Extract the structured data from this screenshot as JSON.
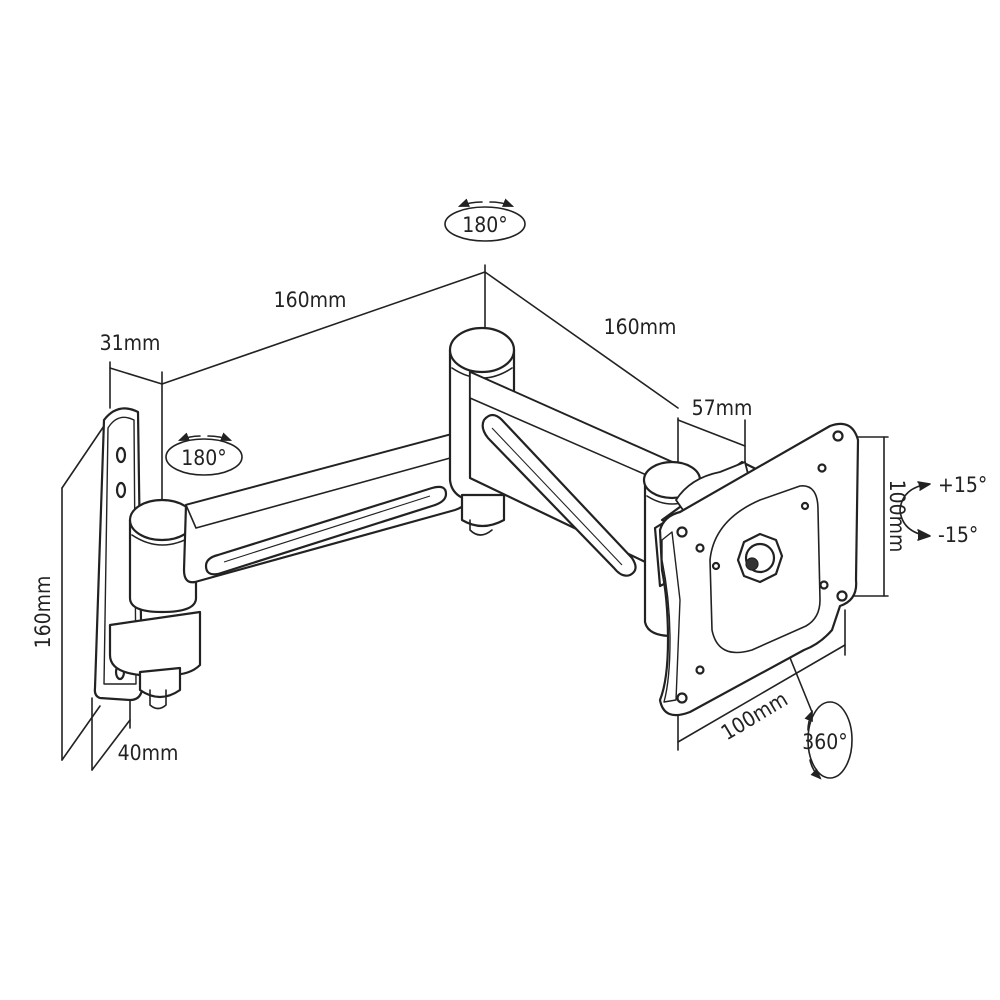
{
  "colors": {
    "line": "#222222",
    "background": "#ffffff"
  },
  "labels": {
    "rot_top": "180°",
    "rot_left": "180°",
    "rot_plate": "360°",
    "arm1_length": "160mm",
    "arm2_length": "160mm",
    "offset_left": "31mm",
    "offset_right": "57mm",
    "wall_height": "160mm",
    "wall_depth": "40mm",
    "vesa_width": "100mm",
    "vesa_height": "100mm",
    "tilt_up": "+15°",
    "tilt_down": "-15°"
  }
}
